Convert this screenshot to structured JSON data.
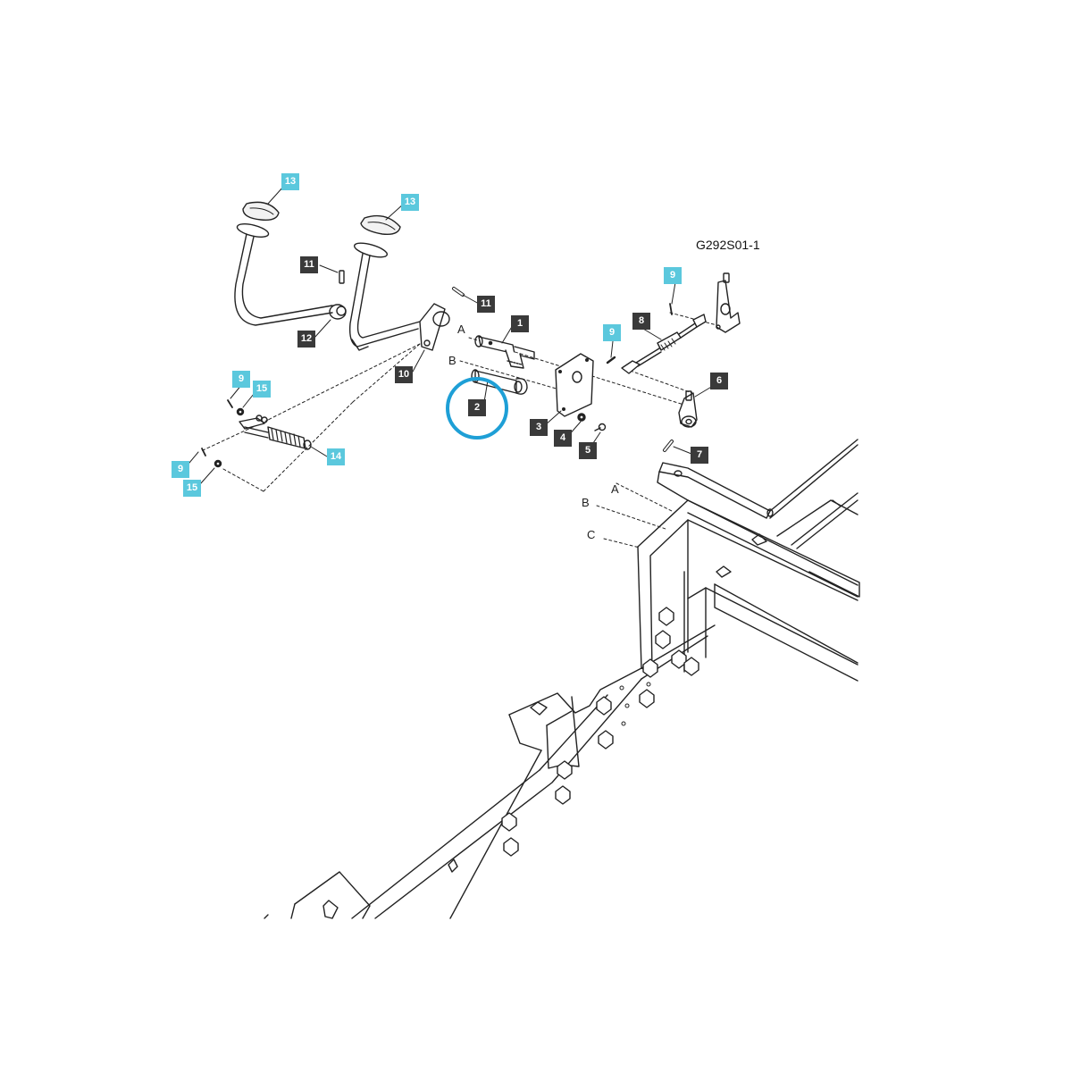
{
  "figure_code": "G292S01-1",
  "colors": {
    "dark_tag": "#3a3a3a",
    "cyan_tag": "#5bc8dd",
    "highlight": "#1e9fd6",
    "line": "#222222"
  },
  "highlighted_part": "2",
  "callouts": [
    {
      "label": "13",
      "style": "cyan"
    },
    {
      "label": "13",
      "style": "cyan"
    },
    {
      "label": "11",
      "style": "dark"
    },
    {
      "label": "11",
      "style": "dark"
    },
    {
      "label": "12",
      "style": "dark"
    },
    {
      "label": "10",
      "style": "dark"
    },
    {
      "label": "1",
      "style": "dark"
    },
    {
      "label": "2",
      "style": "dark"
    },
    {
      "label": "3",
      "style": "dark"
    },
    {
      "label": "4",
      "style": "dark"
    },
    {
      "label": "5",
      "style": "dark"
    },
    {
      "label": "6",
      "style": "dark"
    },
    {
      "label": "7",
      "style": "dark"
    },
    {
      "label": "8",
      "style": "dark"
    },
    {
      "label": "9",
      "style": "cyan"
    },
    {
      "label": "9",
      "style": "cyan"
    },
    {
      "label": "9",
      "style": "cyan"
    },
    {
      "label": "15",
      "style": "cyan"
    },
    {
      "label": "9",
      "style": "cyan"
    },
    {
      "label": "15",
      "style": "cyan"
    },
    {
      "label": "14",
      "style": "cyan"
    }
  ],
  "reference_letters": [
    "A",
    "B",
    "A",
    "B",
    "C"
  ]
}
